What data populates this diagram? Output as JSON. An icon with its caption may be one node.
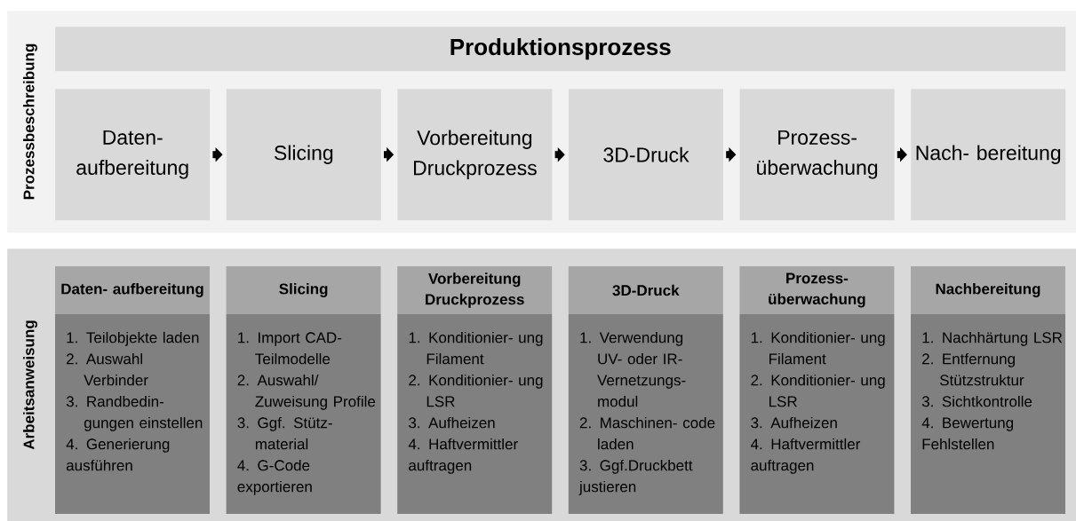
{
  "diagram": {
    "nodes": [
      {
        "text": [
          "Prozessbeschreibung"
        ]
      },
      {
        "text": [
          "Produktionsprozess"
        ],
        "in": 0
      },
      {
        "text": [
          "Daten- aufbereitung"
        ],
        "in": 0
      },
      {
        "text": [
          "Slicing"
        ],
        "in": 0
      },
      {
        "text": [
          "Vorbereitung Druckprozess"
        ],
        "in": 0
      },
      {
        "text": [
          "3D-Druck"
        ],
        "in": 0
      },
      {
        "text": [
          "Prozess- überwachung"
        ],
        "in": 0
      },
      {
        "text": [
          "Nach- bereitung"
        ],
        "in": 0
      },
      {
        "text": [
          "Arbeitsanweisung"
        ]
      },
      {
        "text": [
          "Daten- aufbereitung",
          "1. Teilobjekte laden",
          "2. Auswahl Verbinder",
          "3. Randbedin- gungen einstellen",
          "4. Generierung ausführen"
        ],
        "in": 8
      },
      {
        "text": [
          "Slicing",
          "1. Import CAD- Teilmodelle",
          "2. Auswahl/ Zuweisung Profile",
          "3. Ggf. Stütz- material",
          "4. G-Code exportieren"
        ],
        "in": 8
      },
      {
        "text": [
          "Vorbereitung Druckprozess",
          "1. Konditionier- ung Filament",
          "2. Konditionier- ung LSR",
          "3. Aufheizen",
          "4. Haftvermittler auftragen"
        ],
        "in": 8
      },
      {
        "text": [
          "3D-Druck",
          "1. Verwendung UV- oder IR- Vernetzungs- modul",
          "2. Maschinen- code laden",
          "3. Ggf.Druckbett justieren"
        ],
        "in": 8
      },
      {
        "text": [
          "Prozess- überwachung",
          "1. Konditionier- ung Filament",
          "2. Konditionier- ung LSR",
          "3. Aufheizen",
          "4. Haftvermittler auftragen"
        ],
        "in": 8
      },
      {
        "text": [
          "Nachbereitung",
          "1. Nachhärtung LSR",
          "2. Entfernung Stützstruktur",
          "3. Sichtkontrolle",
          "4. Bewertung Fehlstellen"
        ],
        "in": 8
      }
    ],
    "edges": [
      {
        "from": 2,
        "to": 3,
        "arrow": "to"
      },
      {
        "from": 3,
        "to": 4,
        "arrow": "to"
      },
      {
        "from": 4,
        "to": 5,
        "arrow": "to"
      },
      {
        "from": 5,
        "to": 6,
        "arrow": "to"
      },
      {
        "from": 6,
        "to": 7,
        "arrow": "to"
      }
    ]
  }
}
